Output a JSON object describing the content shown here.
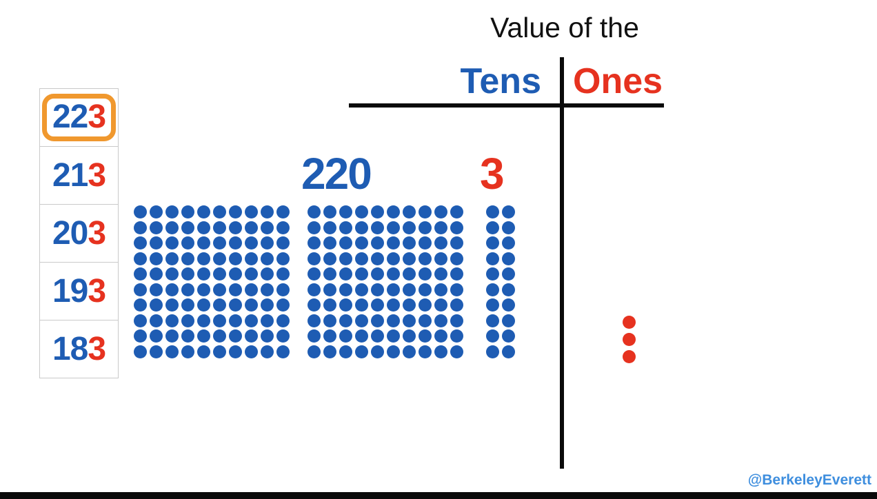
{
  "title": "Value of the",
  "header": {
    "tens_label": "Tens",
    "ones_label": "Ones"
  },
  "values": {
    "tens_value": "220",
    "ones_value": "3"
  },
  "number_list": [
    {
      "tens": "22",
      "ones": "3",
      "highlighted": true
    },
    {
      "tens": "21",
      "ones": "3",
      "highlighted": false
    },
    {
      "tens": "20",
      "ones": "3",
      "highlighted": false
    },
    {
      "tens": "19",
      "ones": "3",
      "highlighted": false
    },
    {
      "tens": "18",
      "ones": "3",
      "highlighted": false
    }
  ],
  "dot_model": {
    "total_blue_dots": 220,
    "blue_groups": [
      {
        "rows": 10,
        "cols": 10,
        "count": 100
      },
      {
        "rows": 10,
        "cols": 10,
        "count": 100
      },
      {
        "rows": 10,
        "cols": 2,
        "count": 20
      }
    ],
    "red_dots": 3
  },
  "watermark": "@BerkeleyEverett",
  "colors": {
    "blue": "#1e5cb3",
    "red": "#e6321f",
    "orange": "#f0982e",
    "watermark_blue": "#3e8ede",
    "line": "#0a0a0a",
    "cell_border": "#c9c9c9"
  }
}
